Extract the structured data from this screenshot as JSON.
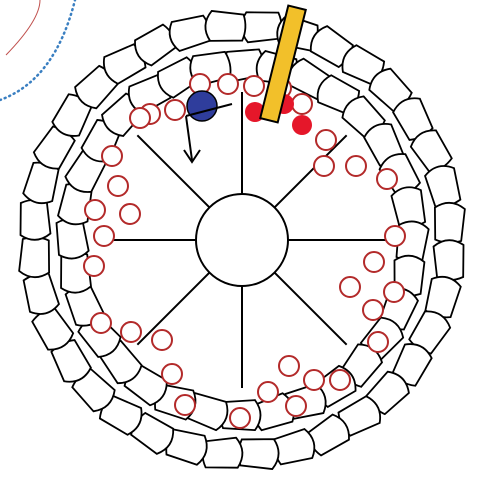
{
  "colors": {
    "background": "#ffffff",
    "outline": "#000000",
    "ring_red": "#b32a2a",
    "filled_red": "#e5172a",
    "filled_blue": "#2f3d9c",
    "gold_bar": "#f2c02a",
    "dotted_arc": "#3a7fc1",
    "thin_arc": "#c0504d"
  },
  "diagram": {
    "spoke_count": 8,
    "outer_ring_count": 2,
    "tile_shape": "rounded-lozenge",
    "filled_circle_colors": [
      "red",
      "red",
      "red",
      "blue"
    ],
    "arrow_icon": "hook-arrow-icon",
    "rod_icon": "gold-rod-icon"
  }
}
